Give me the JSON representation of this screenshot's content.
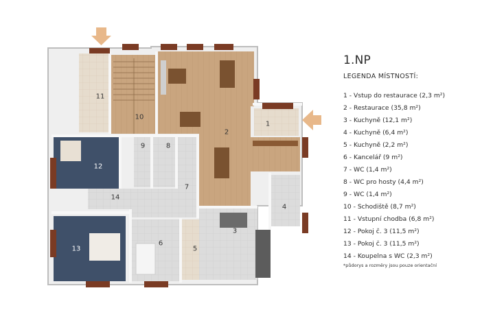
{
  "legend": {
    "title": "1.NP",
    "subtitle": "LEGENDA MÍSTNOSTÍ:",
    "items": [
      "1 - Vstup do restaurace (2,3 m²)",
      "2 - Restaurace (35,8 m²)",
      "3 - Kuchyně (12,1 m²)",
      "4 - Kuchyně (6,4 m²)",
      "5 - Kuchyně (2,2 m²)",
      "6 - Kancelář (9 m²)",
      "7 - WC (1,4 m²)",
      "8 - WC pro hosty (4,4 m²)",
      "9 - WC (1,4 m²)",
      "10 - Schodiště (8,7 m²)",
      "11 - Vstupní chodba (6,8 m²)",
      "12 - Pokoj č. 3 (11,5 m²)",
      "13 - Pokoj č. 3 (11,5 m²)",
      "14 - Koupelna s WC (2,3 m²)"
    ],
    "note": "*půdorys a rozměry jsou pouze orientační"
  },
  "plan": {
    "room_numbers": [
      "1",
      "2",
      "3",
      "4",
      "5",
      "6",
      "7",
      "8",
      "9",
      "10",
      "11",
      "12",
      "13",
      "14"
    ],
    "colors": {
      "wall": "#f2f2f2",
      "wall_shadow": "#cfcfcf",
      "wood_floor": "#c9a57f",
      "tile_floor": "#d9d9d9",
      "blue_floor": "#3d4e66",
      "window": "#7a3b24",
      "arrow": "#e8b88a"
    }
  }
}
